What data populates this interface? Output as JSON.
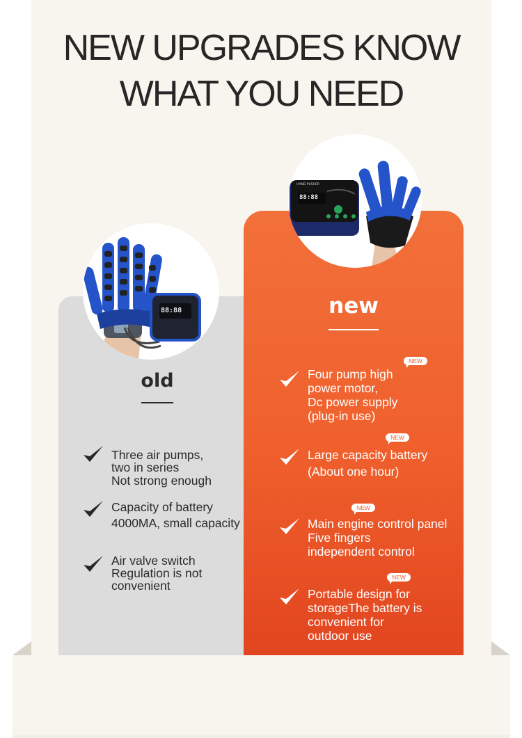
{
  "headline": {
    "line1": "NEW UPGRADES KNOW",
    "line2": "WHAT YOU NEED"
  },
  "old": {
    "heading": "old",
    "features": [
      {
        "lines": [
          "Three air pumps,",
          "two in series",
          "Not strong enough"
        ]
      },
      {
        "lines": [
          "Capacity of battery",
          "4000MA, small capacity"
        ]
      },
      {
        "lines": [
          "Air valve switch",
          "Regulation is not",
          "convenient"
        ]
      }
    ]
  },
  "new": {
    "heading": "new",
    "features": [
      {
        "badge": "NEW",
        "lines": [
          "Four pump high",
          "power motor,",
          "Dc power supply",
          "(plug-in use)"
        ]
      },
      {
        "badge": "NEW",
        "lines": [
          "Large capacity battery",
          "(About one hour)"
        ]
      },
      {
        "badge": "NEW",
        "lines": [
          "Main engine control panel",
          "Five fingers",
          "independent control"
        ]
      },
      {
        "badge": "NEW",
        "lines": [
          "Portable design for",
          "storageThe battery is",
          "convenient for",
          "outdoor use"
        ]
      }
    ]
  },
  "device_display": {
    "old_digits": "88:88",
    "new_digits": "88:88",
    "new_label": "HAND PUSHER"
  },
  "colors": {
    "accent_orange": "#ef5f2c",
    "glove_blue": "#2553c9",
    "panel_gray": "#dcdcdc",
    "card_cream": "#f8f5ee"
  }
}
